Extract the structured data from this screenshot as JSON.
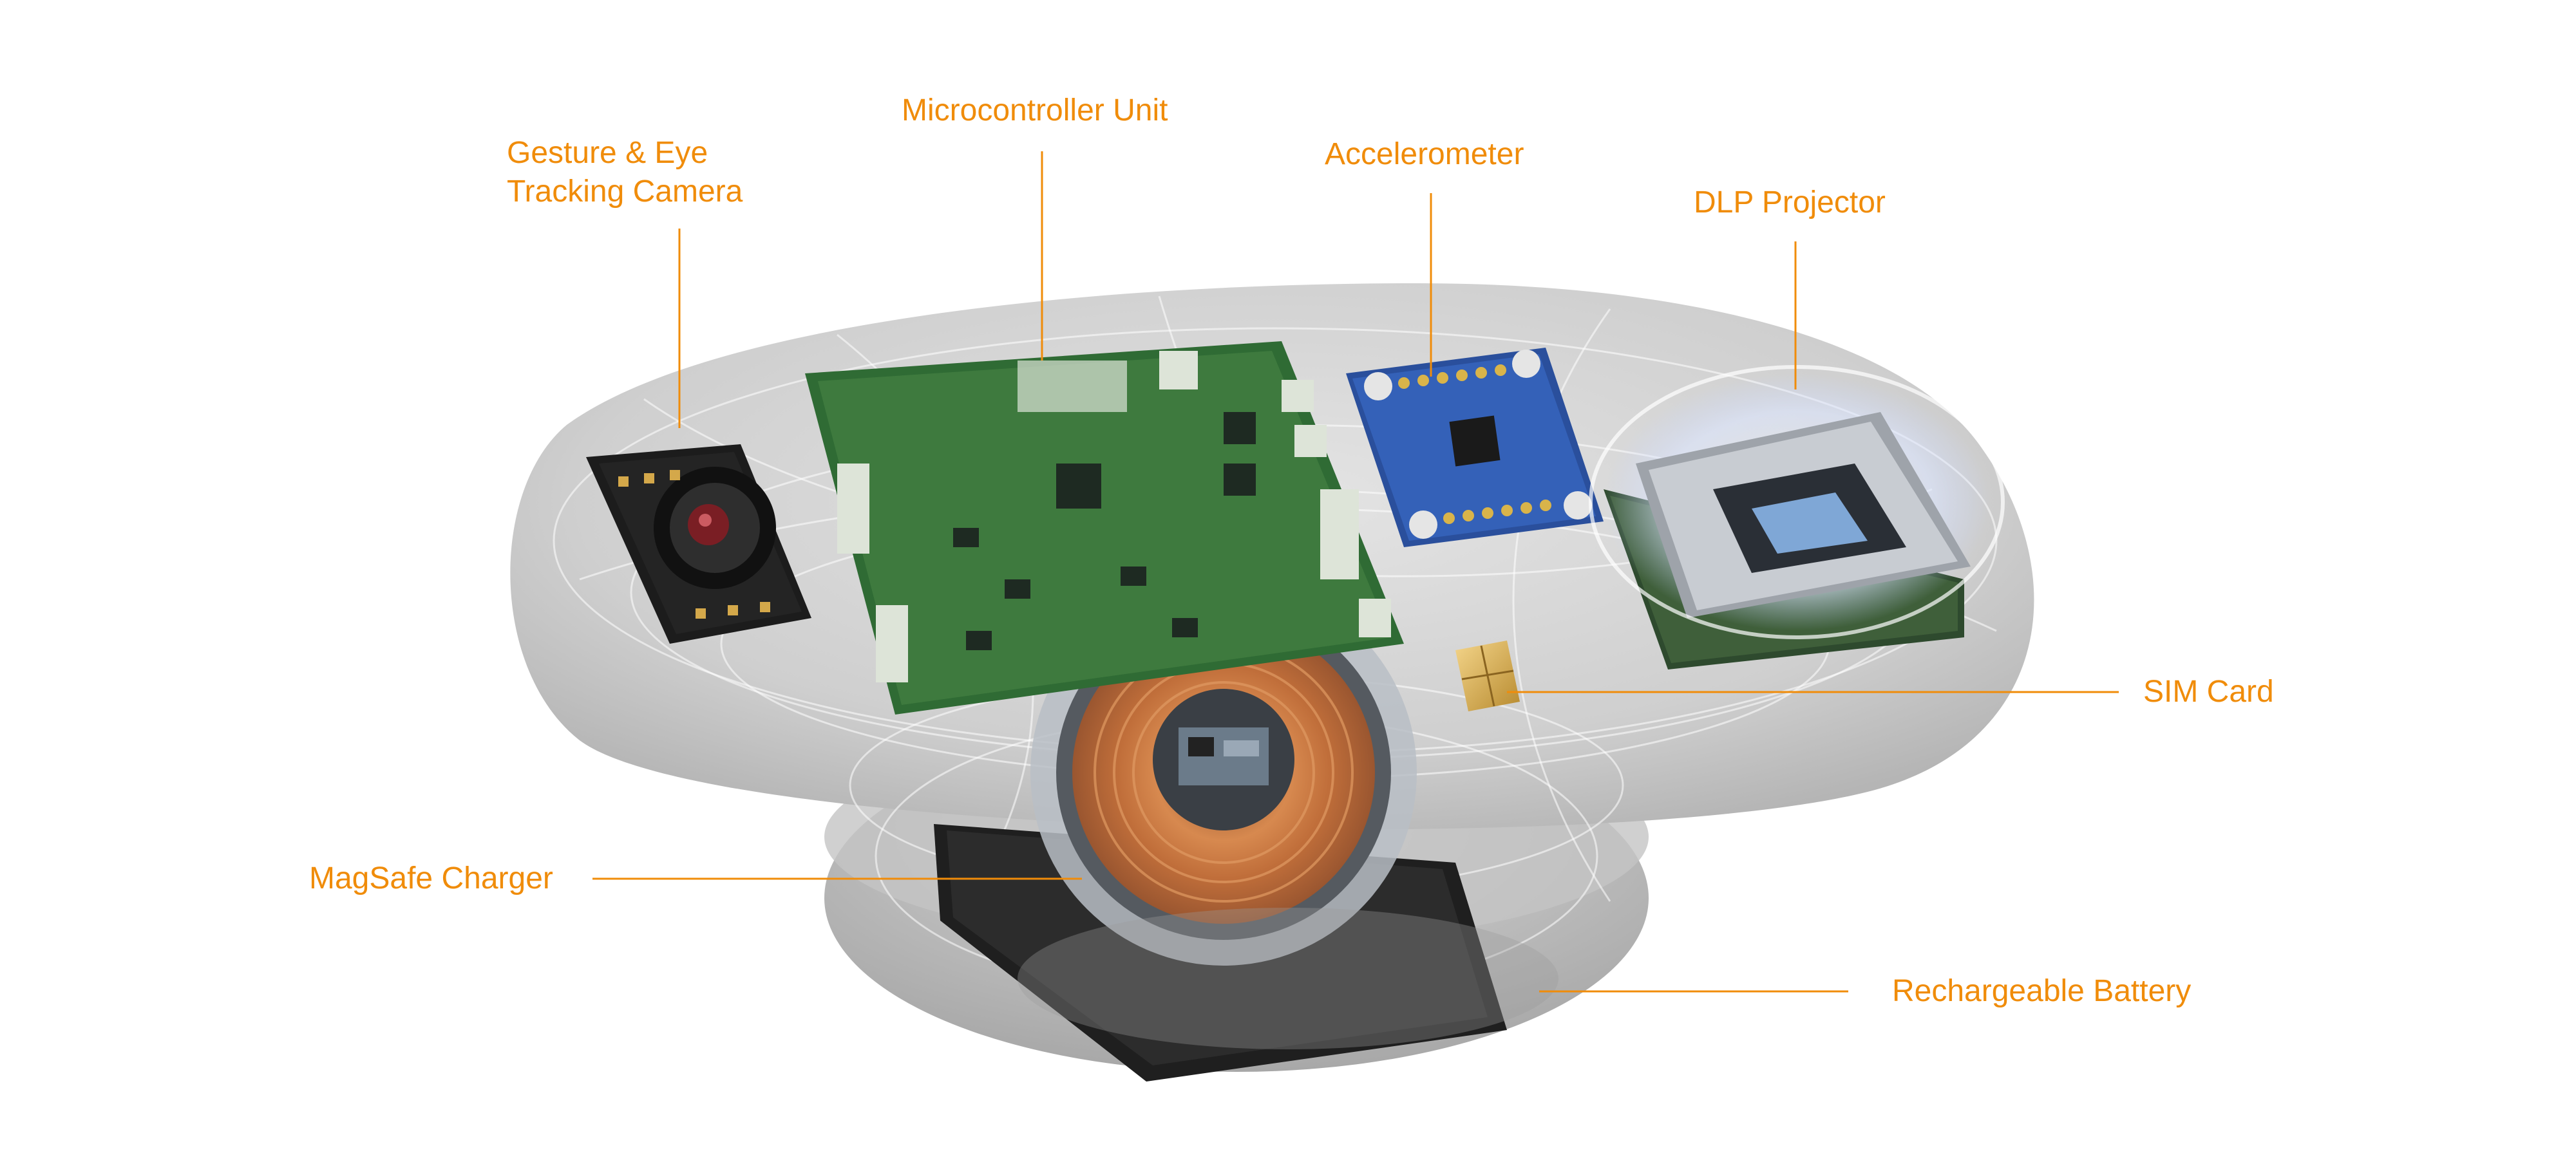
{
  "colors": {
    "accent": "#F08C0A",
    "shell": "#C9C9C9",
    "pcb_green": "#3E7A3E",
    "pcb_blue": "#3461B8",
    "copper": "#C9763E",
    "metal": "#B8BCC2",
    "dark": "#2A2A2A"
  },
  "components": [
    {
      "id": "camera",
      "label_lines": [
        "Gesture & Eye",
        "Tracking Camera"
      ],
      "icon": "camera-module-icon"
    },
    {
      "id": "mcu",
      "label_lines": [
        "Microcontroller Unit"
      ],
      "icon": "circuit-board-icon"
    },
    {
      "id": "accelerometer",
      "label_lines": [
        "Accelerometer"
      ],
      "icon": "accelerometer-chip-icon"
    },
    {
      "id": "projector",
      "label_lines": [
        "DLP Projector"
      ],
      "icon": "projector-module-icon"
    },
    {
      "id": "sim",
      "label_lines": [
        "SIM Card"
      ],
      "icon": "sim-card-icon"
    },
    {
      "id": "charger",
      "label_lines": [
        "MagSafe Charger"
      ],
      "icon": "wireless-coil-icon"
    },
    {
      "id": "battery",
      "label_lines": [
        "Rechargeable Battery"
      ],
      "icon": "battery-icon"
    }
  ]
}
